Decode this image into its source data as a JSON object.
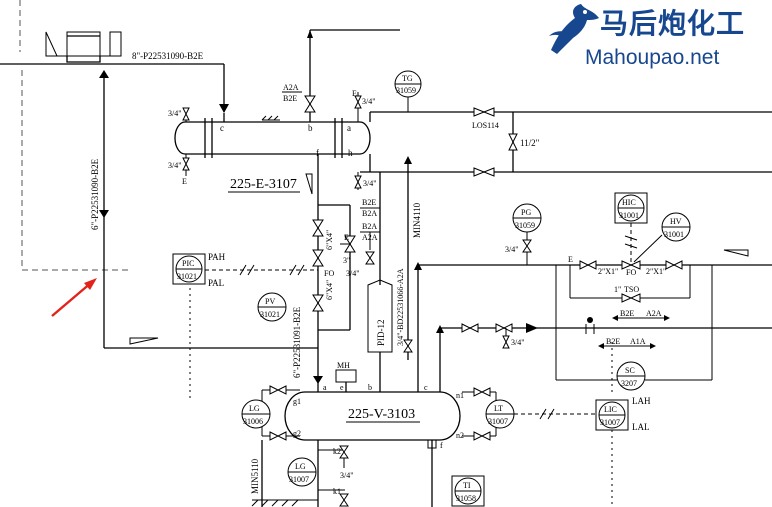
{
  "watermark": {
    "brand_cn": "马后炮化工",
    "brand_en": "Mahoupao.net",
    "logo_icon": "horse-head-icon",
    "color": "#17478f"
  },
  "annotation_color": "#e2231a",
  "lines": {
    "top_line": "8\"-P22531090-B2E",
    "left_vertical": "6\"-P22531090-B2E",
    "middle_vertical": "6\"-P22531091-B2E",
    "drain_vertical": "3/4\"-BD22531066-A2A",
    "min_flow": "MIN4110",
    "min_flow_bottom": "MIN5110",
    "los": "LOS114",
    "reducer": "11/2\""
  },
  "equipment": {
    "exchanger": "225-E-3107",
    "vessel": "225-V-3103",
    "pid_ref": "PID-12"
  },
  "nozzles": {
    "exchanger": [
      "c",
      "b",
      "a",
      "f",
      "h"
    ],
    "vessel_top": [
      "a",
      "e",
      "b",
      "c"
    ],
    "vessel_side": [
      "g1",
      "g2",
      "n1",
      "n2",
      "f",
      "k2",
      "k1"
    ]
  },
  "instruments": [
    {
      "id": "TG",
      "num": "31059"
    },
    {
      "id": "PG",
      "num": "31059"
    },
    {
      "id": "HIC",
      "num": "31001"
    },
    {
      "id": "HV",
      "num": "31001"
    },
    {
      "id": "PIC",
      "num": "31021"
    },
    {
      "id": "PV",
      "num": "31021"
    },
    {
      "id": "SC",
      "num": "3207"
    },
    {
      "id": "LIC",
      "num": "31007"
    },
    {
      "id": "LT",
      "num": "31007"
    },
    {
      "id": "LG",
      "num": "31006"
    },
    {
      "id": "LG",
      "num": "31007"
    },
    {
      "id": "TI",
      "num": "31058"
    }
  ],
  "alarms": {
    "pah": "PAH",
    "pal": "PAL",
    "lah": "LAH",
    "lal": "LAL"
  },
  "valve_labels": {
    "fo1": "FO",
    "fo2": "FO",
    "tso": "TSO",
    "reducer_a": "6\"X4\"",
    "reducer_b": "6\"X4\"",
    "three_q_a": "3/4\"",
    "three_q_b": "3/4\"",
    "three_q_c": "3/4\"",
    "three_q_d": "3/4\"",
    "three_q_e": "3/4\"",
    "three_q_f": "3/4\"",
    "three_q_g": "3/4\"",
    "three_q_h": "3/4\"",
    "hv_a": "2\"X1\"",
    "hv_b": "2\"X1\"",
    "hv_c": "1\"",
    "three": "3\"",
    "mh": "MH"
  },
  "spec_breaks": {
    "b2e_a2a_top": [
      "A2A",
      "B2E"
    ],
    "b2e_b2a_stack": [
      "B2E",
      "B2A",
      "B2A",
      "A2A"
    ],
    "b2e_a2a_right": [
      "B2E",
      "A2A"
    ],
    "b2e_a1a_right": [
      "B2E",
      "A1A"
    ],
    "e_labels": [
      "E",
      "E",
      "E"
    ]
  }
}
